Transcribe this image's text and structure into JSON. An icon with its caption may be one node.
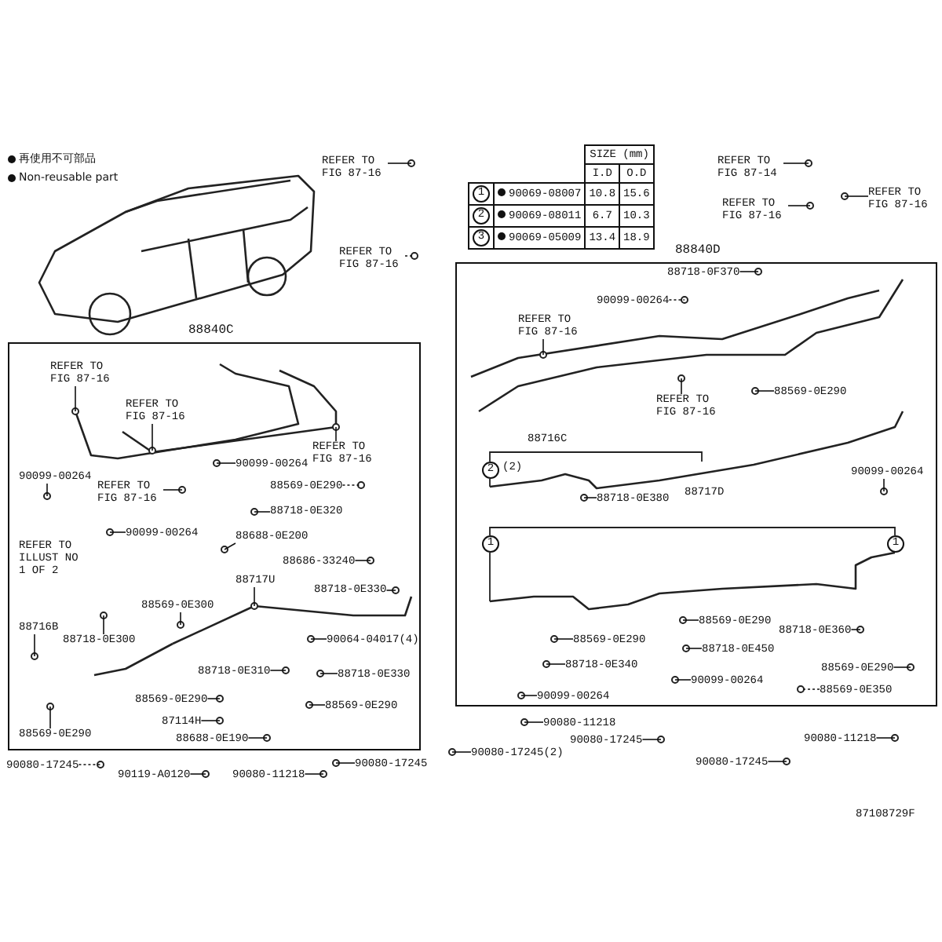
{
  "diagram": {
    "nodes": [
      {
        "text": [
          "REFER TO FIG 87-16"
        ]
      },
      {
        "text": [
          "REFER TO FIG 87-16"
        ]
      },
      {
        "text": [
          "REFER TO FIG 87-14"
        ]
      },
      {
        "text": [
          "REFER TO FIG 87-16"
        ]
      },
      {
        "text": [
          "REFER TO FIG 87-16"
        ]
      },
      {
        "text": [
          "88840C"
        ]
      },
      {
        "text": [
          "REFER TO FIG 87-16"
        ],
        "in": 5
      },
      {
        "text": [
          "REFER TO FIG 87-16"
        ],
        "in": 5
      },
      {
        "text": [
          "REFER TO FIG 87-16"
        ],
        "in": 5
      },
      {
        "text": [
          "90099-00264"
        ],
        "in": 5
      },
      {
        "text": [
          "REFER TO FIG 87-16"
        ],
        "in": 5
      },
      {
        "text": [
          "90099-00264"
        ],
        "in": 5
      },
      {
        "text": [
          "88569-0E290"
        ],
        "in": 5
      },
      {
        "text": [
          "90099-00264"
        ],
        "in": 5
      },
      {
        "text": [
          "88718-0E320"
        ],
        "in": 5
      },
      {
        "text": [
          "88688-0E200"
        ],
        "in": 5
      },
      {
        "text": [
          "88686-33240"
        ],
        "in": 5
      },
      {
        "text": [
          "88717U"
        ],
        "in": 5
      },
      {
        "text": [
          "88718-0E330"
        ],
        "in": 5
      },
      {
        "text": [
          "88569-0E300"
        ],
        "in": 5
      },
      {
        "text": [
          "88716B"
        ],
        "in": 5
      },
      {
        "text": [
          "88718-0E300"
        ],
        "in": 5
      },
      {
        "text": [
          "90064-04017(4)"
        ],
        "in": 5
      },
      {
        "text": [
          "88718-0E310"
        ],
        "in": 5
      },
      {
        "text": [
          "88718-0E330"
        ],
        "in": 5
      },
      {
        "text": [
          "88569-0E290"
        ],
        "in": 5
      },
      {
        "text": [
          "88569-0E290"
        ],
        "in": 5
      },
      {
        "text": [
          "87114H"
        ],
        "in": 5
      },
      {
        "text": [
          "88688-0E190"
        ],
        "in": 5
      },
      {
        "text": [
          "88569-0E290"
        ],
        "in": 5
      },
      {
        "text": [
          "88840D"
        ]
      },
      {
        "text": [
          "88718-0F370"
        ],
        "in": 30
      },
      {
        "text": [
          "90099-00264"
        ],
        "in": 30
      },
      {
        "text": [
          "REFER TO FIG 87-16"
        ],
        "in": 30
      },
      {
        "text": [
          "88569-0E290"
        ],
        "in": 30
      },
      {
        "text": [
          "REFER TO FIG 87-16"
        ],
        "in": 30
      },
      {
        "text": [
          "88718-0E380"
        ],
        "in": 30
      },
      {
        "text": [
          "90099-00264"
        ],
        "in": 30
      },
      {
        "text": [
          "88569-0E290"
        ],
        "in": 30
      },
      {
        "text": [
          "88718-0E360"
        ],
        "in": 30
      },
      {
        "text": [
          "88569-0E290"
        ],
        "in": 30
      },
      {
        "text": [
          "88718-0E450"
        ],
        "in": 30
      },
      {
        "text": [
          "88718-0E340"
        ],
        "in": 30
      },
      {
        "text": [
          "88569-0E290"
        ],
        "in": 30
      },
      {
        "text": [
          "90099-00264"
        ],
        "in": 30
      },
      {
        "text": [
          "88569-0E350"
        ],
        "in": 30
      },
      {
        "text": [
          "90099-00264"
        ],
        "in": 30
      },
      {
        "text": [
          "90080-17245"
        ]
      },
      {
        "text": [
          "90080-17245"
        ]
      },
      {
        "text": [
          "90080-17245(2)"
        ]
      },
      {
        "text": [
          "90119-A0120"
        ]
      },
      {
        "text": [
          "90080-11218"
        ]
      },
      {
        "text": [
          "90080-11218"
        ]
      },
      {
        "text": [
          "90080-17245"
        ]
      },
      {
        "text": [
          "90080-11218"
        ]
      },
      {
        "text": [
          "90080-17245"
        ]
      }
    ],
    "edges": [
      {
        "from": 0,
        "to": null,
        "arrow": "none"
      },
      {
        "from": 1,
        "to": null,
        "arrow": "none",
        "style": "dashed"
      },
      {
        "from": 2,
        "to": null,
        "arrow": "none"
      },
      {
        "from": 3,
        "to": null,
        "arrow": "none"
      },
      {
        "from": 4,
        "to": null,
        "arrow": "none"
      },
      {
        "from": 6,
        "to": null,
        "arrow": "none"
      },
      {
        "from": 7,
        "to": null,
        "arrow": "none"
      },
      {
        "from": 8,
        "to": null,
        "arrow": "none"
      },
      {
        "from": 9,
        "to": null,
        "arrow": "none"
      },
      {
        "from": 10,
        "to": null,
        "arrow": "none"
      },
      {
        "from": 11,
        "to": null,
        "arrow": "none"
      },
      {
        "from": 12,
        "to": null,
        "arrow": "none",
        "style": "dashed"
      },
      {
        "from": 13,
        "to": null,
        "arrow": "none"
      },
      {
        "from": 14,
        "to": null,
        "arrow": "none"
      },
      {
        "from": 15,
        "to": null,
        "arrow": "none"
      },
      {
        "from": 16,
        "to": null,
        "arrow": "none"
      },
      {
        "from": 17,
        "to": null,
        "arrow": "none"
      },
      {
        "from": 18,
        "to": null,
        "arrow": "none"
      },
      {
        "from": 19,
        "to": null,
        "arrow": "none"
      },
      {
        "from": 20,
        "to": null,
        "arrow": "none"
      },
      {
        "from": 21,
        "to": null,
        "arrow": "none"
      },
      {
        "from": 22,
        "to": null,
        "arrow": "none"
      },
      {
        "from": 23,
        "to": null,
        "arrow": "none"
      },
      {
        "from": 24,
        "to": null,
        "arrow": "none"
      },
      {
        "from": 25,
        "to": null,
        "arrow": "none"
      },
      {
        "from": 26,
        "to": null,
        "arrow": "none"
      },
      {
        "from": 27,
        "to": null,
        "arrow": "none"
      },
      {
        "from": 28,
        "to": null,
        "arrow": "none"
      },
      {
        "from": 29,
        "to": null,
        "arrow": "none"
      },
      {
        "from": 31,
        "to": null,
        "arrow": "none"
      },
      {
        "from": 32,
        "to": null,
        "arrow": "none",
        "style": "dashed"
      },
      {
        "from": 33,
        "to": null,
        "arrow": "none"
      },
      {
        "from": 34,
        "to": null,
        "arrow": "none"
      },
      {
        "from": 35,
        "to": null,
        "arrow": "none"
      },
      {
        "from": 36,
        "to": null,
        "arrow": "none"
      },
      {
        "from": 37,
        "to": null,
        "arrow": "none"
      },
      {
        "from": 38,
        "to": null,
        "arrow": "none"
      },
      {
        "from": 39,
        "to": null,
        "arrow": "none"
      },
      {
        "from": 40,
        "to": null,
        "arrow": "none"
      },
      {
        "from": 41,
        "to": null,
        "arrow": "none"
      },
      {
        "from": 42,
        "to": null,
        "arrow": "none"
      },
      {
        "from": 43,
        "to": null,
        "arrow": "none"
      },
      {
        "from": 44,
        "to": null,
        "arrow": "none"
      },
      {
        "from": 45,
        "to": null,
        "arrow": "none",
        "style": "dashed"
      },
      {
        "from": 46,
        "to": null,
        "arrow": "none"
      },
      {
        "from": 47,
        "to": null,
        "arrow": "none",
        "style": "dashed"
      },
      {
        "from": 48,
        "to": null,
        "arrow": "none"
      },
      {
        "from": 49,
        "to": null,
        "arrow": "none"
      },
      {
        "from": 50,
        "to": null,
        "arrow": "none"
      },
      {
        "from": 51,
        "to": null,
        "arrow": "none"
      },
      {
        "from": 52,
        "to": null,
        "arrow": "none"
      },
      {
        "from": 53,
        "to": null,
        "arrow": "none"
      },
      {
        "from": 54,
        "to": null,
        "arrow": "none"
      },
      {
        "from": 55,
        "to": null,
        "arrow": "none"
      }
    ],
    "labels": [
      "SIZE (mm)",
      "I.D",
      "O.D",
      "1",
      "90069-08007",
      "10.8",
      "15.6",
      "2",
      "90069-08011",
      "6.7",
      "10.3",
      "3",
      "90069-05009",
      "13.4",
      "18.9",
      "88716C",
      "2",
      "(2)",
      "88717D",
      "1",
      "1",
      "REFER TO ILLUST NO 1 OF 2",
      "87108729F"
    ],
    "legend": [
      {
        "text": "再使用不可部品"
      },
      {
        "text": "Non-reusable part"
      }
    ]
  }
}
